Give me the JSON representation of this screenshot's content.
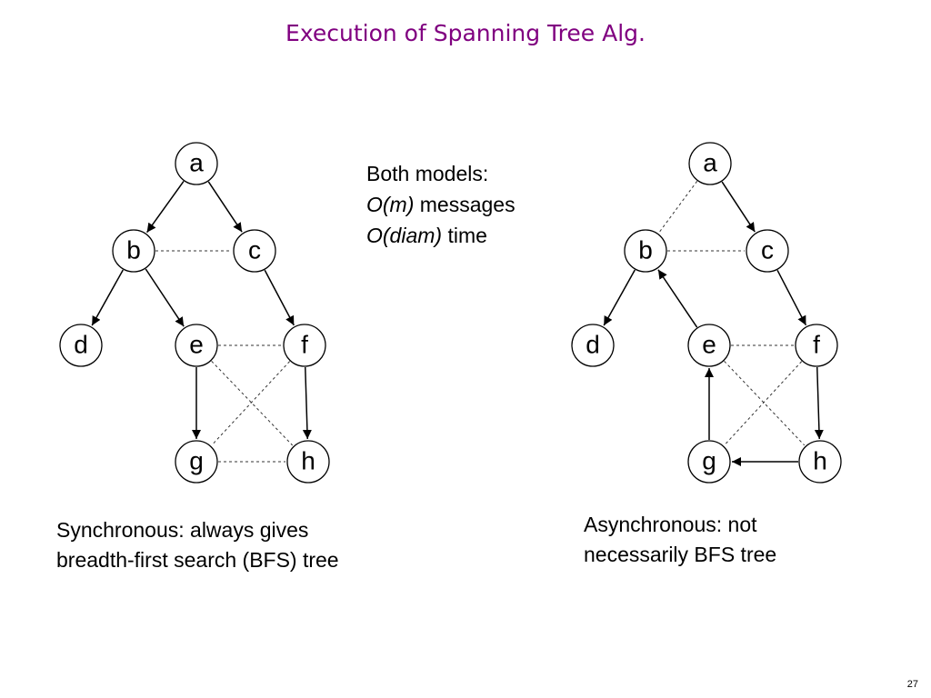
{
  "title": "Execution of Spanning Tree Alg.",
  "info": {
    "line1": "Both models:",
    "line2_italic": "O(m)",
    "line2_rest": " messages",
    "line3_italic": "O(diam)",
    "line3_rest": " time"
  },
  "left_caption": {
    "line1": "Synchronous:  always gives",
    "line2": "breadth-first search (BFS) tree"
  },
  "right_caption": {
    "line1": "Asynchronous:  not",
    "line2": "necessarily BFS tree"
  },
  "page_number": "27",
  "graphs": [
    {
      "name": "synchronous",
      "nodes": [
        "a",
        "b",
        "c",
        "d",
        "e",
        "f",
        "g",
        "h"
      ],
      "tree_edges": [
        [
          "a",
          "b"
        ],
        [
          "a",
          "c"
        ],
        [
          "b",
          "d"
        ],
        [
          "b",
          "e"
        ],
        [
          "c",
          "f"
        ],
        [
          "e",
          "g"
        ],
        [
          "f",
          "h"
        ]
      ],
      "non_tree_edges": [
        [
          "b",
          "c"
        ],
        [
          "e",
          "f"
        ],
        [
          "e",
          "h"
        ],
        [
          "f",
          "g"
        ],
        [
          "g",
          "h"
        ]
      ]
    },
    {
      "name": "asynchronous",
      "nodes": [
        "a",
        "b",
        "c",
        "d",
        "e",
        "f",
        "g",
        "h"
      ],
      "tree_edges": [
        [
          "a",
          "c"
        ],
        [
          "b",
          "d"
        ],
        [
          "e",
          "b"
        ],
        [
          "c",
          "f"
        ],
        [
          "g",
          "e"
        ],
        [
          "f",
          "h"
        ],
        [
          "h",
          "g"
        ]
      ],
      "non_tree_edges": [
        [
          "a",
          "b"
        ],
        [
          "b",
          "c"
        ],
        [
          "e",
          "f"
        ],
        [
          "e",
          "h"
        ],
        [
          "f",
          "g"
        ]
      ]
    }
  ]
}
